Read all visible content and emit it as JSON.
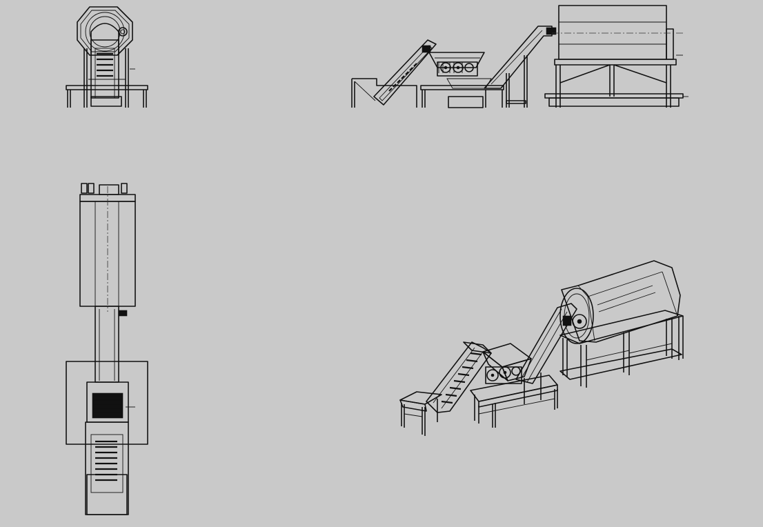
{
  "drawing": {
    "background": "#c9c9c9",
    "line_color": "#111111",
    "views": [
      "front-view",
      "side-view",
      "top-view",
      "isometric-view"
    ]
  }
}
